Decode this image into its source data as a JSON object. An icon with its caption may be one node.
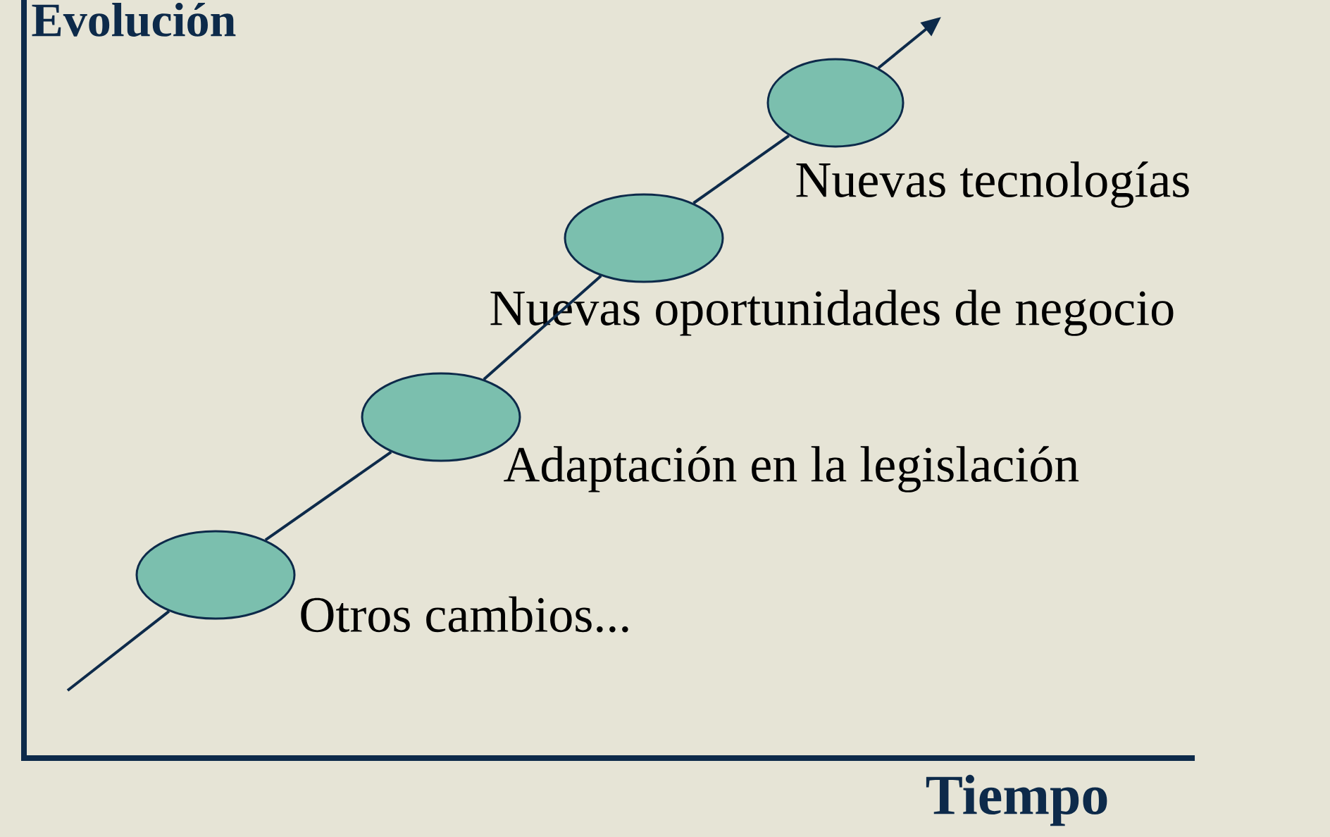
{
  "diagram": {
    "nodes": [
      {
        "text": [],
        "shape": "ellipse",
        "beside": [
          "Otros cambios..."
        ]
      },
      {
        "text": [],
        "shape": "ellipse",
        "beside": [
          "Adaptación en la legislación"
        ]
      },
      {
        "text": [],
        "shape": "ellipse",
        "beside": [
          "Nuevas oportunidades de negocio"
        ]
      },
      {
        "text": [],
        "shape": "ellipse",
        "beside": [
          "Nuevas tecnologías"
        ]
      }
    ],
    "edges": [
      {
        "from": null,
        "to": 0,
        "arrow": "none"
      },
      {
        "from": 0,
        "to": 1,
        "arrow": "none"
      },
      {
        "from": 1,
        "to": 2,
        "arrow": "none"
      },
      {
        "from": 2,
        "to": 3,
        "arrow": "none"
      },
      {
        "from": 3,
        "to": null,
        "arrow": "to"
      }
    ],
    "labels": [
      "Evolución",
      "Tiempo"
    ]
  }
}
